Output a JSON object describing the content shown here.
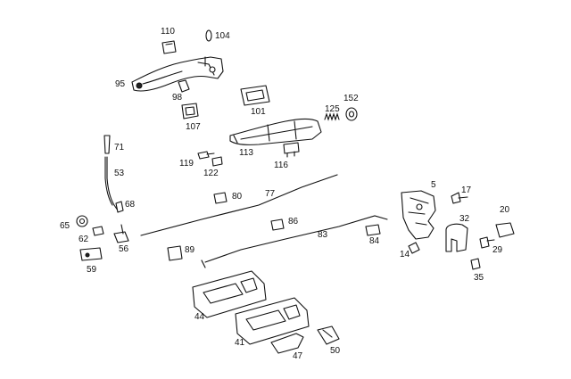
{
  "callouts": {
    "p110": "110",
    "p104": "104",
    "p95": "95",
    "p98": "98",
    "p107": "107",
    "p101": "101",
    "p125": "125",
    "p152": "152",
    "p71": "71",
    "p119": "119",
    "p122": "122",
    "p113": "113",
    "p116": "116",
    "p53": "53",
    "p80": "80",
    "p77": "77",
    "p68": "68",
    "p65": "65",
    "p62": "62",
    "p56": "56",
    "p59": "59",
    "p89": "89",
    "p86": "86",
    "p83": "83",
    "p84": "84",
    "p5": "5",
    "p17": "17",
    "p32": "32",
    "p20": "20",
    "p14": "14",
    "p29": "29",
    "p35": "35",
    "p44": "44",
    "p41": "41",
    "p47": "47",
    "p50": "50"
  },
  "colors": {
    "ink": "#111111",
    "background": "#ffffff"
  }
}
